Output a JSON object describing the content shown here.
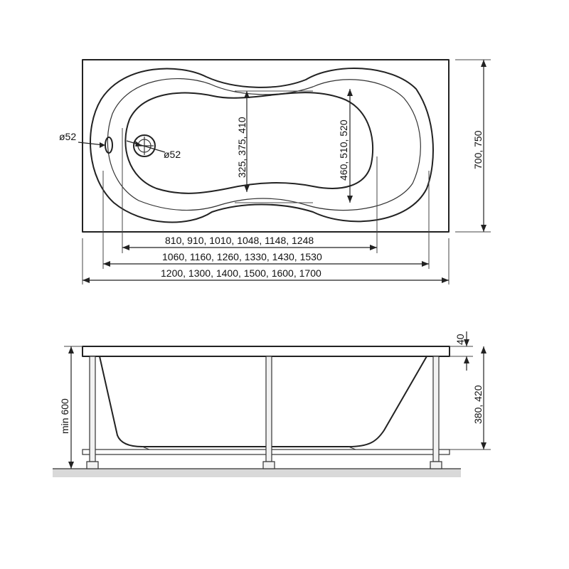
{
  "top_view": {
    "drain_diameter_label": "ø52",
    "overflow_diameter_label": "ø52",
    "narrow_width_label": "325, 375, 410",
    "wide_width_label": "460, 510, 520",
    "outer_width_label": "700, 750",
    "bottom_length_label": "810, 910, 1010, 1048, 1148, 1248",
    "inner_length_label": "1060, 1160, 1260, 1330, 1430, 1530",
    "total_length_label": "1200, 1300, 1400, 1500, 1600, 1700"
  },
  "side_view": {
    "rim_height_label": "40",
    "depth_label": "380, 420",
    "total_height_label": "min 600"
  }
}
